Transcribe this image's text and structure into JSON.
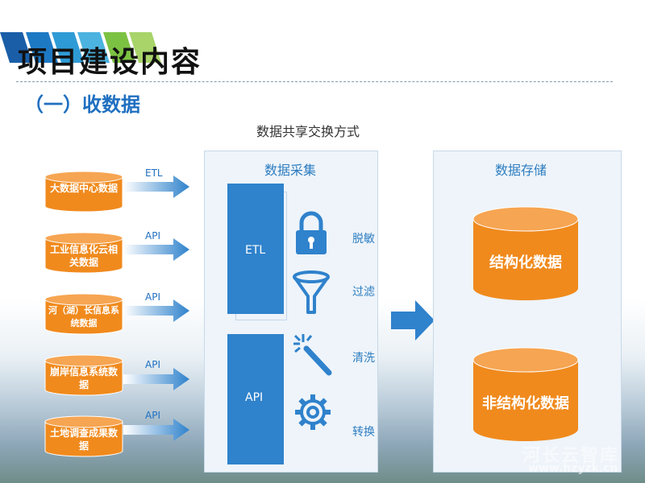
{
  "header": {
    "title": "项目建设内容",
    "subtitle": "（一）收数据"
  },
  "caption": "数据共享交换方式",
  "sources": [
    {
      "label": "大数据中心数据",
      "arrow_label": "ETL"
    },
    {
      "label": "工业信息化云相关数据",
      "arrow_label": "API"
    },
    {
      "label": "河（湖）长信息系统数据",
      "arrow_label": "API"
    },
    {
      "label": "崩岸信息系统数据",
      "arrow_label": "API"
    },
    {
      "label": "土地调查成果数据",
      "arrow_label": "API"
    }
  ],
  "collect_panel": {
    "title": "数据采集",
    "etl_label": "ETL",
    "api_label": "API",
    "processes": [
      {
        "label": "脱敏",
        "icon": "lock-icon"
      },
      {
        "label": "过滤",
        "icon": "funnel-icon"
      },
      {
        "label": "清洗",
        "icon": "magic-wand-icon"
      },
      {
        "label": "转换",
        "icon": "gear-icon"
      }
    ]
  },
  "storage_panel": {
    "title": "数据存储",
    "structured": "结构化数据",
    "unstructured": "非结构化数据"
  },
  "watermark": {
    "text": "河长云智库",
    "url": "www.hzyzk.cn"
  },
  "colors": {
    "accent": "#2f82cc",
    "orange": "#f08a1d",
    "title_blue": "#1f6fc0"
  }
}
